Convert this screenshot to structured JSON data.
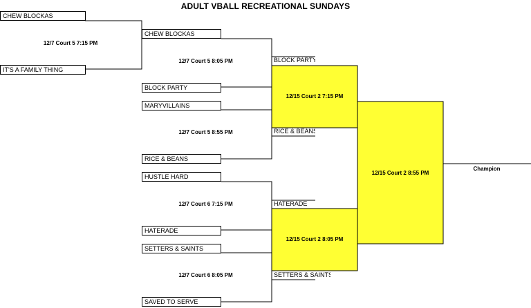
{
  "title": "ADULT VBALL RECREATIONAL SUNDAYS",
  "colors": {
    "highlight": "#ffff33",
    "line": "#000000"
  },
  "teams": {
    "r1_top": "CHEW BLOCKAS",
    "r1_bottom": "IT'S A FAMILY THING",
    "r2_g1_top": "CHEW BLOCKAS",
    "r2_g1_bottom": "BLOCK PARTY",
    "r2_g2_top": "MARYVILLAINS",
    "r2_g2_bottom": "RICE & BEANS",
    "r2_g3_top": "HUSTLE HARD",
    "r2_g3_bottom": "HATERADE",
    "r2_g4_top": "SETTERS & SAINTS",
    "r2_g4_bottom": "SAVED TO SERVE",
    "r3_s1_top": "BLOCK PARTY",
    "r3_s1_bottom": "RICE & BEANS",
    "r3_s2_top": "HATERADE",
    "r3_s2_bottom": "SETTERS & SAINTS"
  },
  "matches": {
    "m0": "12/7 Court 5 7:15 PM",
    "m1": "12/7 Court 5 8:05 PM",
    "m2": "12/7 Court 5 8:55 PM",
    "m3": "12/7 Court 6 7:15 PM",
    "m4": "12/7 Court 6 8:05 PM",
    "sf1": "12/15 Court 2 7:15 PM",
    "sf2": "12/15 Court 2 8:05 PM",
    "final": "12/15 Court 2 8:55 PM"
  },
  "champion_label": "Champion"
}
